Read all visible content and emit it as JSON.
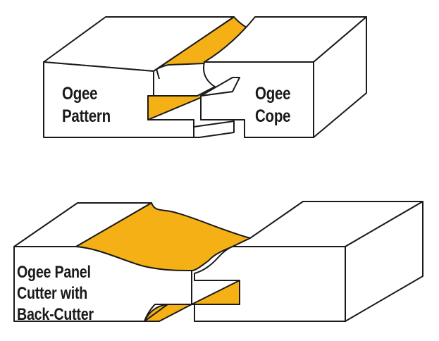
{
  "colors": {
    "profile_fill": "#F5B015",
    "outline": "#1a1a1a",
    "block_fill": "#ffffff"
  },
  "labels": {
    "ogee_pattern": [
      "Ogee",
      "Pattern"
    ],
    "ogee_cope": [
      "Ogee",
      "Cope"
    ],
    "ogee_panel": [
      "Ogee Panel",
      "Cutter with",
      "Back-Cutter"
    ]
  }
}
